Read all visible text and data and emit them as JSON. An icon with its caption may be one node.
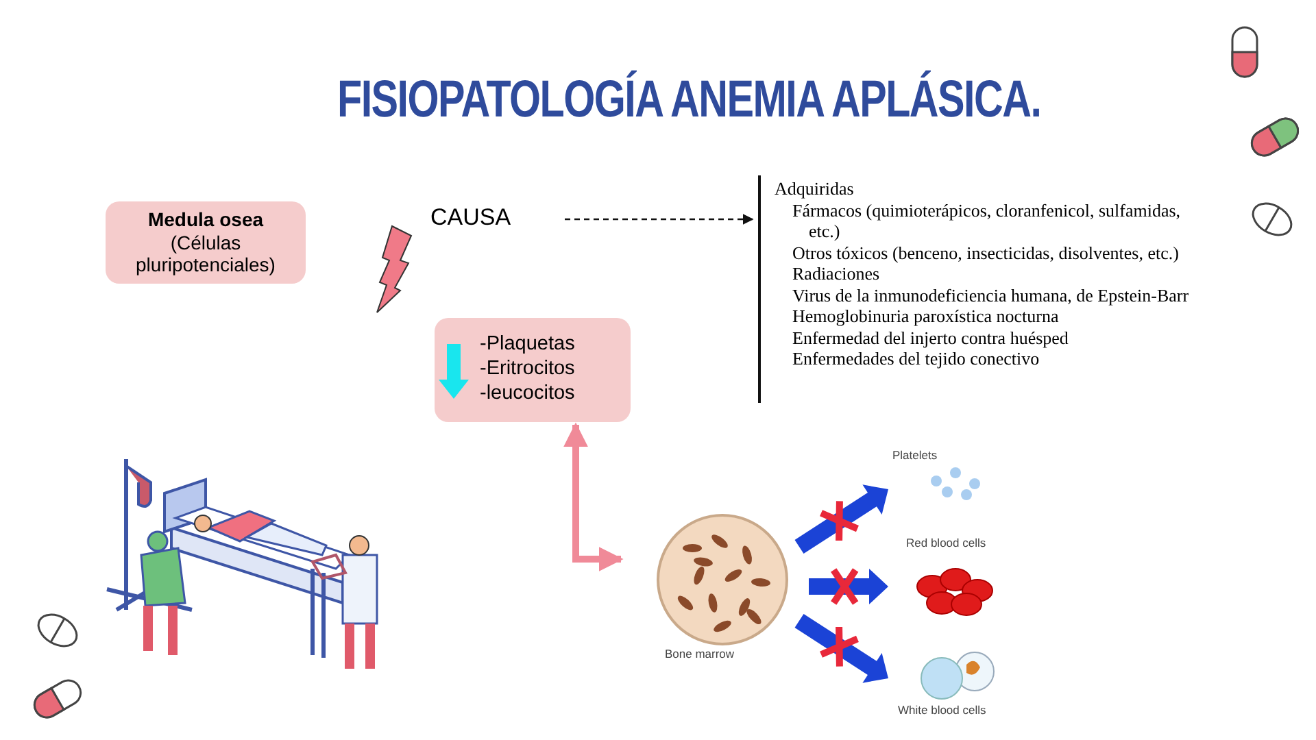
{
  "diagram": {
    "title": "FISIOPATOLOGÍA ANEMIA APLÁSICA.",
    "nodes": [
      {
        "text": [
          "Medula osea",
          "(Células pluripotenciales)"
        ]
      },
      {
        "text": [
          "CAUSA"
        ]
      },
      {
        "text": [
          "Adquiridas",
          "Fármacos (quimioterápicos, cloranfenicol, sulfamidas, etc.)",
          "Otros tóxicos (benceno, insecticidas, disolventes, etc.)",
          "Radiaciones",
          "Virus de la inmunodeficiencia humana, de Epstein-Barr",
          "Hemoglobinuria paroxística nocturna",
          "Enfermedad del injerto contra huésped",
          "Enfermedades del tejido conectivo"
        ]
      },
      {
        "text": [
          "-Plaquetas",
          "-Eritrocitos",
          "-leucocitos"
        ]
      },
      {
        "text": [],
        "shape": "picture"
      }
    ],
    "edges": [
      {
        "from": 1,
        "to": 2,
        "arrow": "to",
        "style": "dashed"
      },
      {
        "from": 3,
        "to": 4,
        "arrow": "both",
        "style": "thick",
        "color": "#f08a98"
      }
    ],
    "labels": [
      "Platelets",
      "Red blood cells",
      "Bone marrow",
      "White blood cells"
    ]
  }
}
